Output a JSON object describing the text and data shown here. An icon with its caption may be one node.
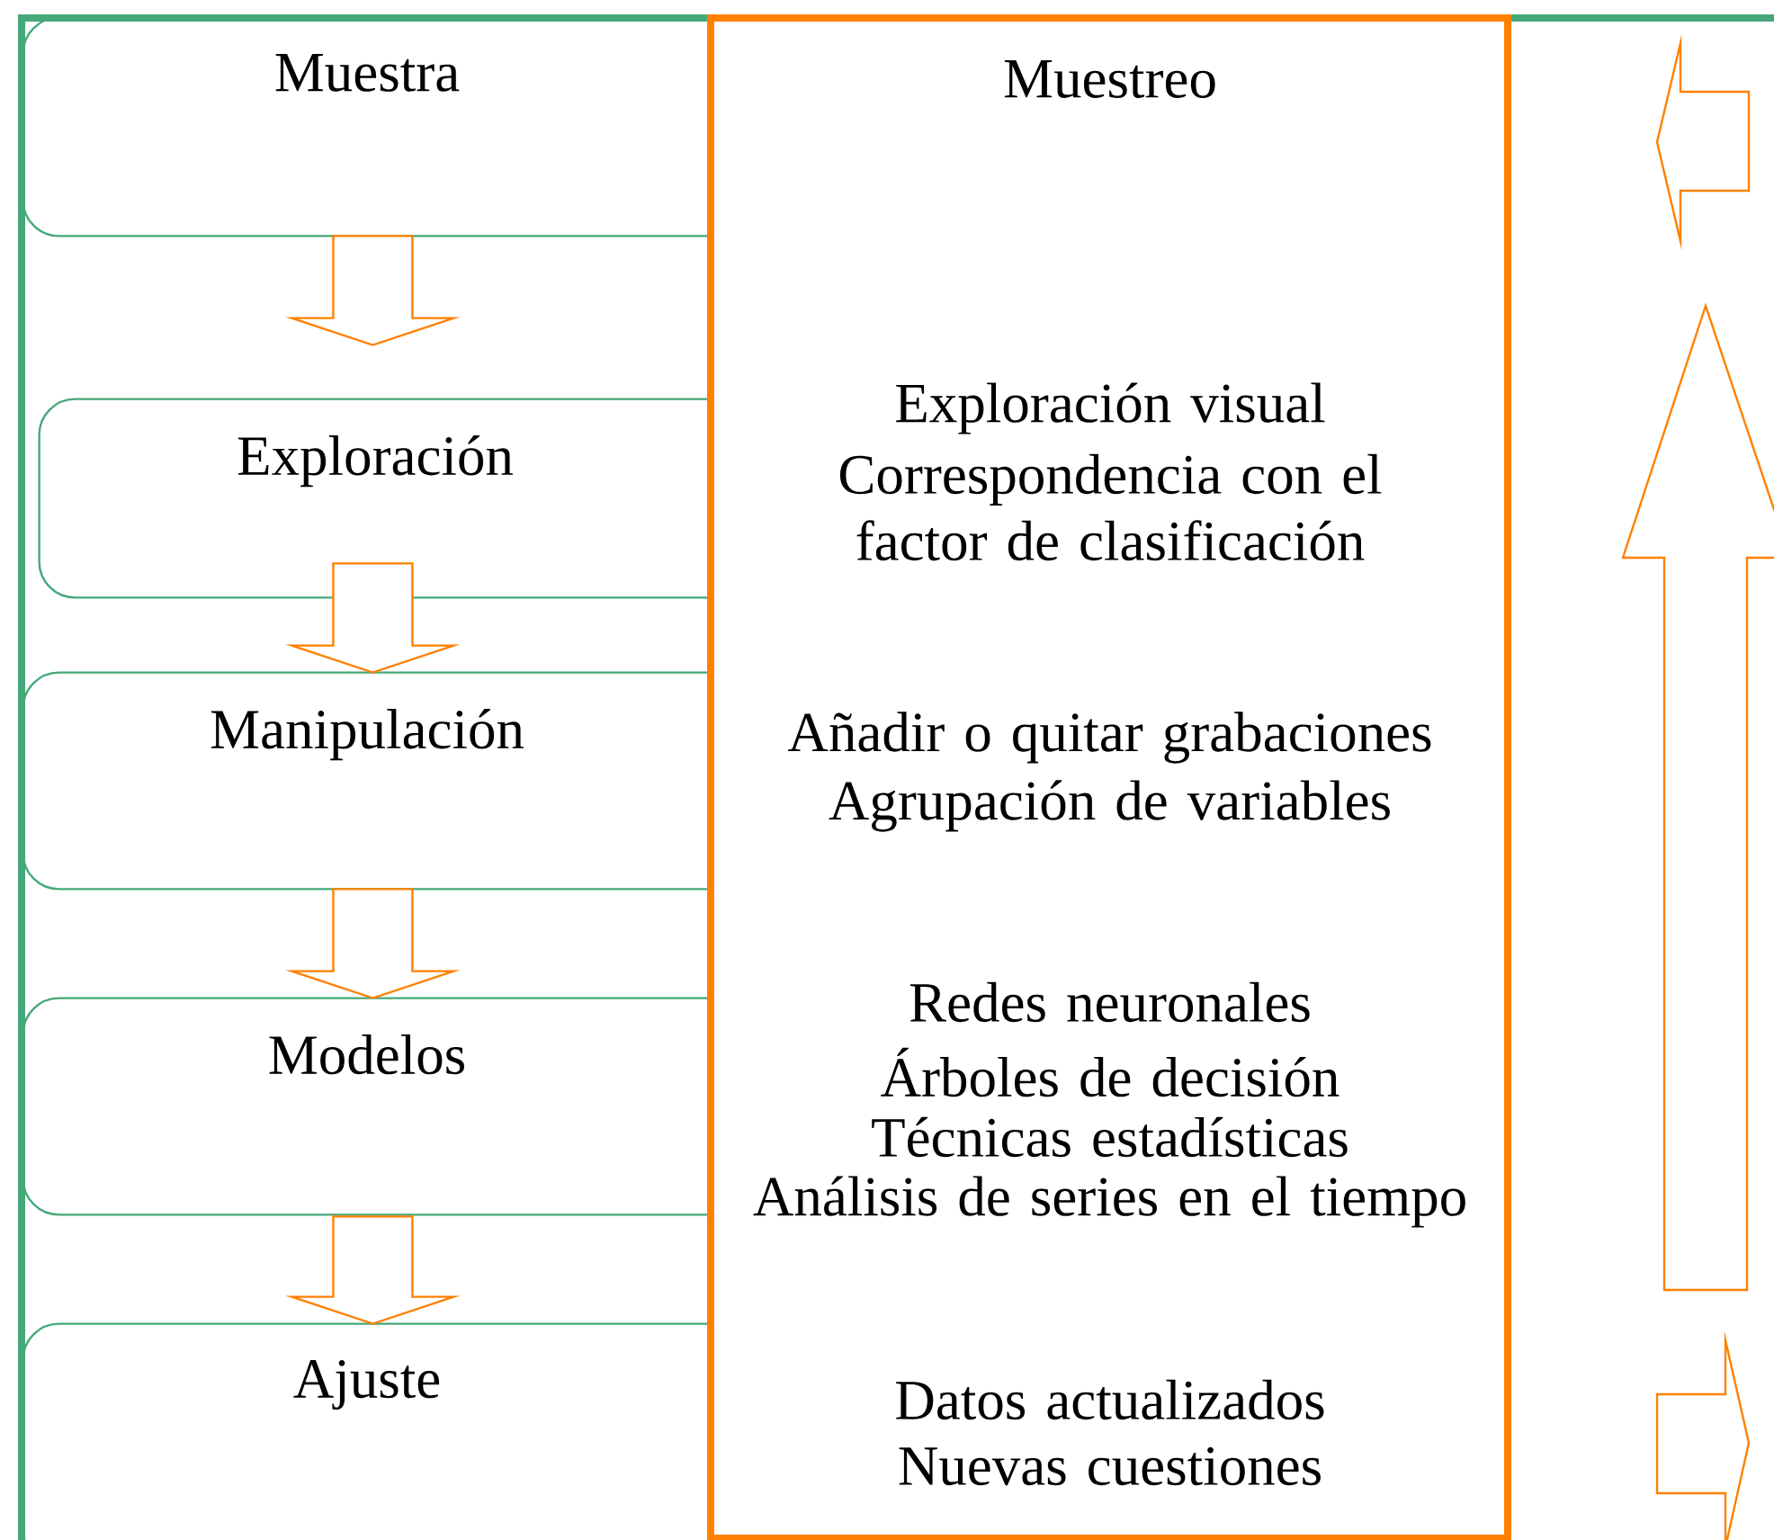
{
  "diagram": {
    "nodes": [
      {
        "text": [
          "Muestra"
        ]
      },
      {
        "text": [
          "Exploración"
        ]
      },
      {
        "text": [
          "Manipulación"
        ]
      },
      {
        "text": [
          "Modelos"
        ]
      },
      {
        "text": [
          "Ajuste"
        ]
      },
      {
        "text": [
          "Muestreo",
          "Exploración visual",
          "Correspondencia con el factor de clasificación",
          "Añadir o quitar grabaciones",
          "Agrupación de variables",
          "Redes neuronales",
          "Árboles de decisión",
          "Técnicas estadísticas",
          "Análisis de series en el tiempo",
          "Datos actualizados",
          "Nuevas cuestiones"
        ]
      }
    ],
    "edges": [
      {
        "from": 0,
        "to": 1,
        "arrow": "to"
      },
      {
        "from": 1,
        "to": 2,
        "arrow": "to"
      },
      {
        "from": 2,
        "to": 3,
        "arrow": "to"
      },
      {
        "from": 3,
        "to": 4,
        "arrow": "to"
      }
    ]
  }
}
